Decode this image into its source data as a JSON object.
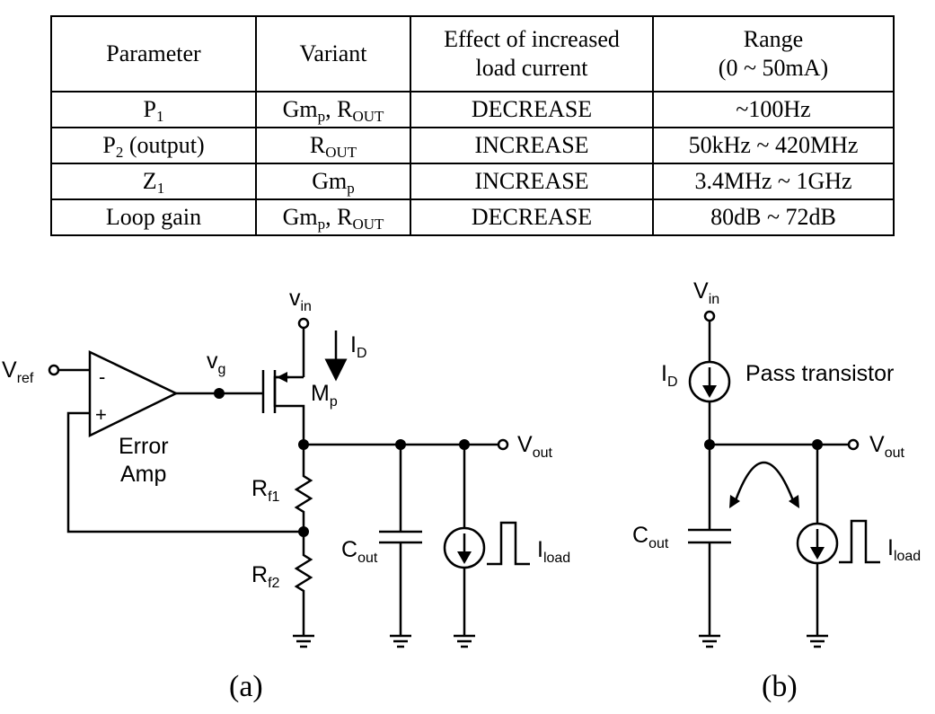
{
  "table": {
    "headers": [
      {
        "line1": "Parameter",
        "line2": ""
      },
      {
        "line1": "Variant",
        "line2": ""
      },
      {
        "line1": "Effect of increased",
        "line2": "load current"
      },
      {
        "line1": "Range",
        "line2": "(0 ~ 50mA)"
      }
    ],
    "rows": [
      {
        "param": "P",
        "param_sub": "1",
        "param_suffix": "",
        "variant_a": "Gm",
        "variant_a_sub": "p",
        "variant_sep": ", ",
        "variant_b": "R",
        "variant_b_sub": "OUT",
        "effect": "DECREASE",
        "range": "~100Hz"
      },
      {
        "param": "P",
        "param_sub": "2",
        "param_suffix": " (output)",
        "variant_a": "",
        "variant_a_sub": "",
        "variant_sep": "",
        "variant_b": "R",
        "variant_b_sub": "OUT",
        "effect": "INCREASE",
        "range": "50kHz ~ 420MHz"
      },
      {
        "param": "Z",
        "param_sub": "1",
        "param_suffix": "",
        "variant_a": "Gm",
        "variant_a_sub": "p",
        "variant_sep": "",
        "variant_b": "",
        "variant_b_sub": "",
        "effect": "INCREASE",
        "range": "3.4MHz ~ 1GHz"
      },
      {
        "param": "Loop gain",
        "param_sub": "",
        "param_suffix": "",
        "variant_a": "Gm",
        "variant_a_sub": "p",
        "variant_sep": ", ",
        "variant_b": "R",
        "variant_b_sub": "OUT",
        "effect": "DECREASE",
        "range": "80dB ~ 72dB"
      }
    ]
  },
  "diagram_a": {
    "caption": "(a)",
    "vin": {
      "main": "v",
      "sub": "in"
    },
    "vref": {
      "main": "V",
      "sub": "ref"
    },
    "vg": {
      "main": "v",
      "sub": "g"
    },
    "id": {
      "main": "I",
      "sub": "D"
    },
    "mp": {
      "main": "M",
      "sub": "p"
    },
    "opamp_minus": "-",
    "opamp_plus": "+",
    "error_amp_line1": "Error",
    "error_amp_line2": "Amp",
    "rf1": {
      "main": "R",
      "sub": "f1"
    },
    "rf2": {
      "main": "R",
      "sub": "f2"
    },
    "cout": {
      "main": "C",
      "sub": "out"
    },
    "iload": {
      "main": "I",
      "sub": "load"
    },
    "vout": {
      "main": "V",
      "sub": "out"
    }
  },
  "diagram_b": {
    "caption": "(b)",
    "vin": {
      "main": "V",
      "sub": "in"
    },
    "id": {
      "main": "I",
      "sub": "D"
    },
    "pass_transistor": "Pass transistor",
    "vout": {
      "main": "V",
      "sub": "out"
    },
    "cout": {
      "main": "C",
      "sub": "out"
    },
    "iload": {
      "main": "I",
      "sub": "load"
    }
  }
}
